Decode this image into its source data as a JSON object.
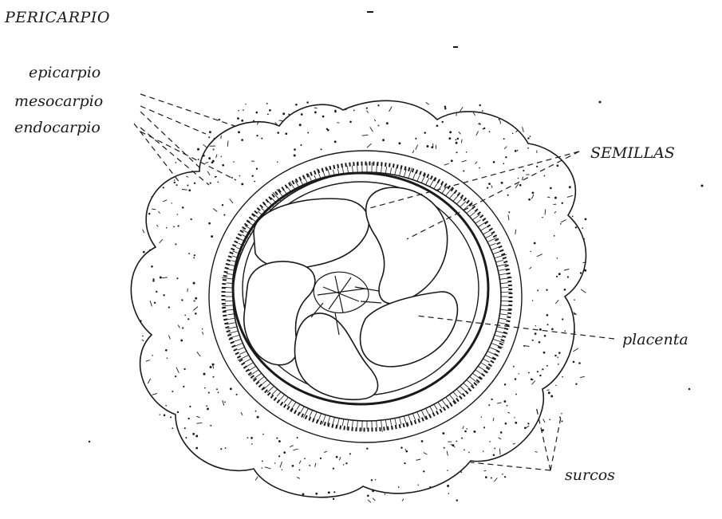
{
  "title": "PERICARPIO",
  "labels": {
    "epicarp": "epicarpio",
    "mesocarp": "mesocarpio",
    "endocarp": "endocarpio",
    "seeds": "SEMILLAS",
    "placenta": "placenta",
    "grooves": "surcos"
  },
  "colors": {
    "ink": "#1a1a1a",
    "paper": "#ffffff"
  }
}
